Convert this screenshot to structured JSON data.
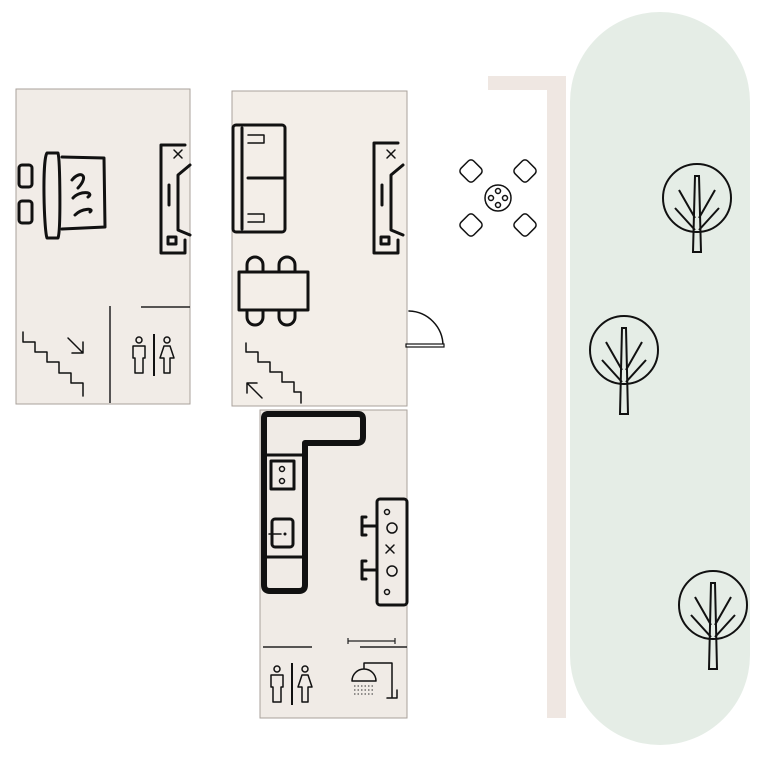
{
  "colors": {
    "room_fill": "#f1ece7",
    "room_border": "#a9a29b",
    "wall": "#efe7e2",
    "garden": "#e5ede6",
    "line": "#111111"
  },
  "rooms": [
    {
      "name": "bedroom",
      "icons": [
        "bed-icon",
        "nightstand-icon",
        "tv-console-icon",
        "stairs-down-icon",
        "restroom-icon"
      ]
    },
    {
      "name": "living-room",
      "icons": [
        "sofa-icon",
        "tv-console-icon",
        "dining-table-icon",
        "stairs-up-icon",
        "door-icon"
      ]
    },
    {
      "name": "kitchen",
      "icons": [
        "kitchen-counter-icon",
        "stove-icon",
        "sink-icon",
        "bar-counter-icon",
        "restroom-icon",
        "shower-icon"
      ]
    }
  ],
  "outdoor": {
    "icons": [
      "patio-table-icon",
      "tree-icon",
      "tree-icon",
      "tree-icon"
    ]
  }
}
